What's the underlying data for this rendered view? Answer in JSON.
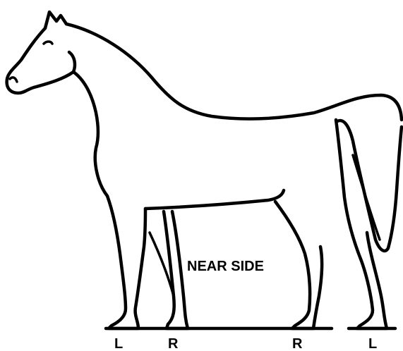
{
  "diagram": {
    "center_label": "NEAR SIDE",
    "leg_labels": {
      "front_left": "L",
      "front_right": "R",
      "hind_right": "R",
      "hind_left": "L"
    }
  },
  "colors": {
    "line": "#000000",
    "background": "#ffffff"
  }
}
